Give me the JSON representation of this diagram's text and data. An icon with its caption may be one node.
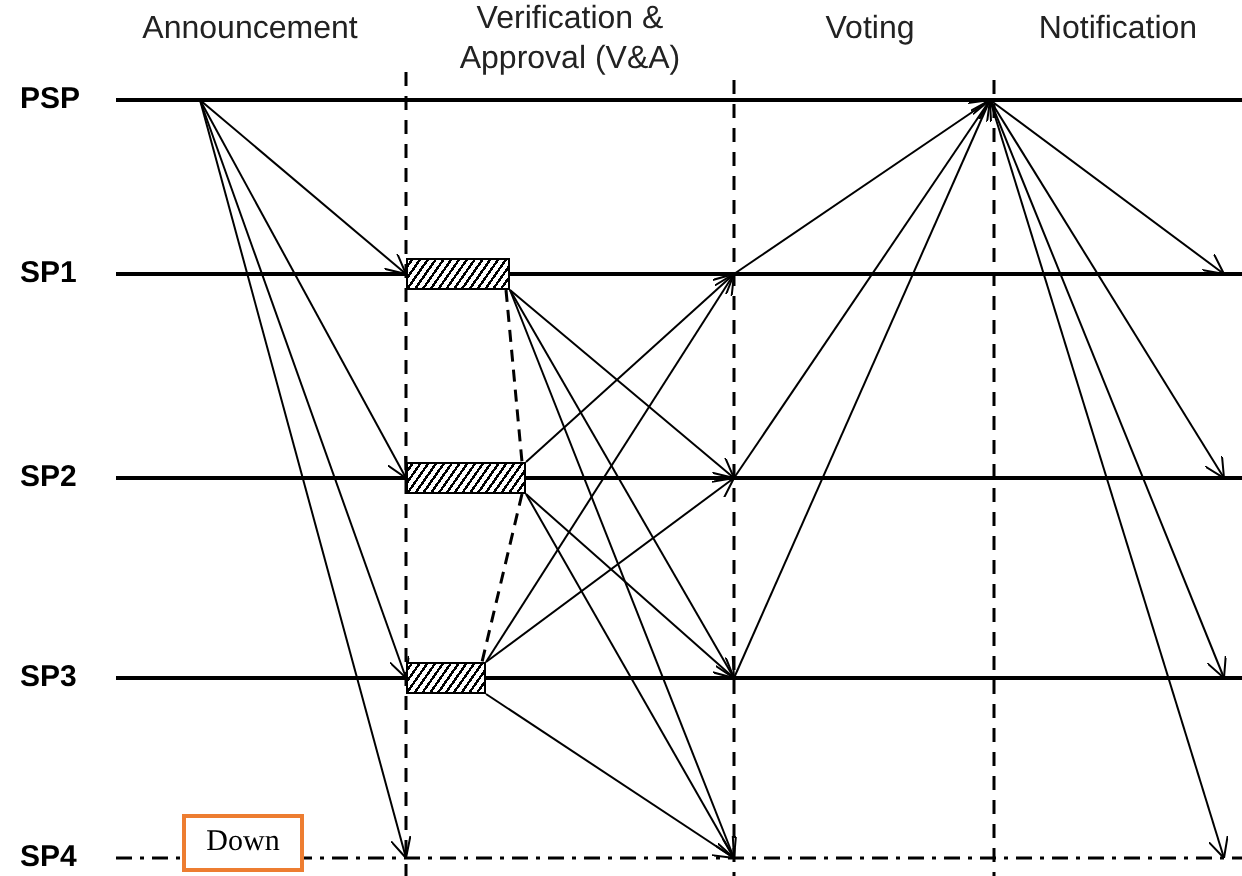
{
  "diagram": {
    "nodes": [
      {
        "text": [
          "PSP"
        ]
      },
      {
        "text": [
          "SP1"
        ]
      },
      {
        "text": [
          "SP2"
        ]
      },
      {
        "text": [
          "SP3"
        ]
      },
      {
        "text": [
          "SP4"
        ]
      },
      {
        "text": [],
        "shape": "box"
      },
      {
        "text": [],
        "shape": "box"
      },
      {
        "text": [],
        "shape": "box"
      },
      {
        "text": [
          "Down"
        ]
      }
    ],
    "edges": [
      {
        "from": 0,
        "to": 5,
        "arrow": "to"
      },
      {
        "from": 0,
        "to": 6,
        "arrow": "to"
      },
      {
        "from": 0,
        "to": 7,
        "arrow": "to"
      },
      {
        "from": 0,
        "to": 4,
        "arrow": "to"
      },
      {
        "from": 5,
        "to": 6,
        "arrow": "none",
        "style": "dashed"
      },
      {
        "from": 6,
        "to": 7,
        "arrow": "none",
        "style": "dashed"
      },
      {
        "from": 5,
        "to": 2,
        "arrow": "to"
      },
      {
        "from": 5,
        "to": 3,
        "arrow": "to"
      },
      {
        "from": 5,
        "to": 4,
        "arrow": "to"
      },
      {
        "from": 6,
        "to": 1,
        "arrow": "to"
      },
      {
        "from": 6,
        "to": 3,
        "arrow": "to"
      },
      {
        "from": 6,
        "to": 4,
        "arrow": "to"
      },
      {
        "from": 7,
        "to": 1,
        "arrow": "to"
      },
      {
        "from": 7,
        "to": 2,
        "arrow": "to"
      },
      {
        "from": 7,
        "to": 4,
        "arrow": "to"
      },
      {
        "from": 1,
        "to": 0,
        "arrow": "to"
      },
      {
        "from": 2,
        "to": 0,
        "arrow": "to"
      },
      {
        "from": 3,
        "to": 0,
        "arrow": "to"
      },
      {
        "from": 0,
        "to": 1,
        "arrow": "to"
      },
      {
        "from": 0,
        "to": 2,
        "arrow": "to"
      },
      {
        "from": 0,
        "to": 3,
        "arrow": "to"
      },
      {
        "from": 0,
        "to": 4,
        "arrow": "to"
      }
    ],
    "labels": [
      "Announcement",
      "Verification & Approval (V&A)",
      "Voting",
      "Notification"
    ]
  }
}
